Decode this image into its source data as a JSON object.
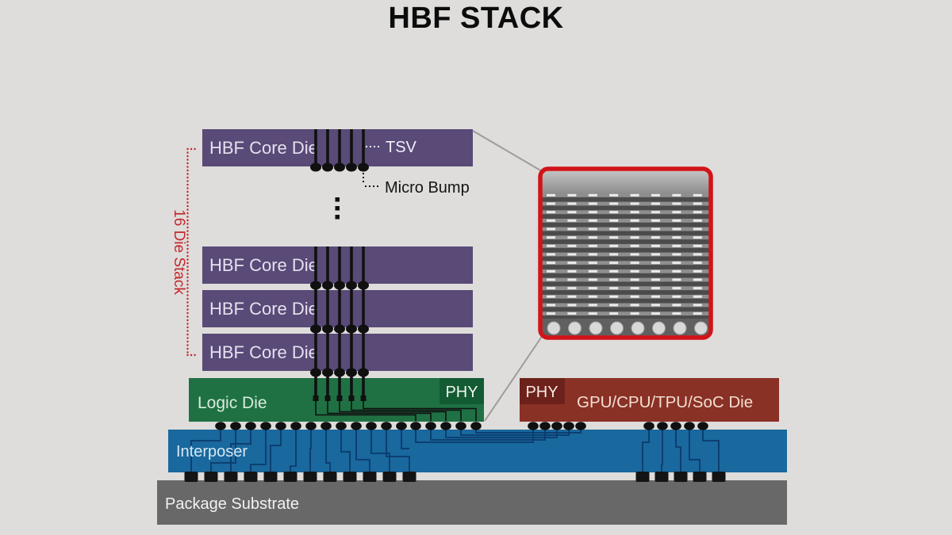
{
  "title": "HBF STACK",
  "stack": {
    "bracket_label": "16 Die Stack",
    "core_dies": [
      {
        "label": "HBF Core Die"
      },
      {
        "label": "HBF Core Die"
      },
      {
        "label": "HBF Core Die"
      },
      {
        "label": "HBF Core Die"
      }
    ],
    "tsv_label": "TSV",
    "micro_bump_label": "Micro Bump"
  },
  "logic_die": {
    "label": "Logic Die",
    "phy_label": "PHY"
  },
  "soc_die": {
    "label": "GPU/CPU/TPU/SoC Die",
    "phy_label": "PHY"
  },
  "interposer_label": "Interposer",
  "substrate_label": "Package Substrate",
  "colors": {
    "background": "#DEDDDB",
    "core_die_purple": "#594A77",
    "logic_die_green": "#1F7144",
    "logic_phy_green": "#135B33",
    "soc_die_red": "#8A3126",
    "soc_phy_red": "#6C221B",
    "interposer_blue": "#19689E",
    "interposer_trace_navy": "#0B3B6B",
    "substrate_gray": "#686868",
    "accent_red": "#C4262B",
    "inset_border_red": "#D21418",
    "bump_black": "#121212",
    "callout_gray": "#9C9C9C"
  }
}
